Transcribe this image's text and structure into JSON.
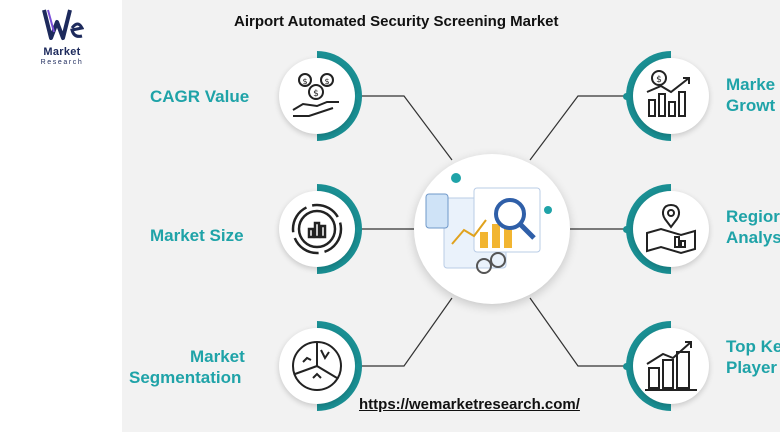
{
  "brand": {
    "logo_text": "We",
    "name": "Market",
    "tagline": "Research"
  },
  "title": "Airport Automated Security Screening Market",
  "url": "https://wemarketresearch.com/",
  "nodes": {
    "cagr": {
      "label": "CAGR Value",
      "icon": "hand-money-icon"
    },
    "size": {
      "label": "Market Size",
      "icon": "donut-chart-icon"
    },
    "segmentation": {
      "label_line1": "Market",
      "label_line2": "Segmentation",
      "icon": "segment-pie-icon"
    },
    "growth": {
      "label_line1": "Marke",
      "label_line2": "Growt",
      "icon": "bar-growth-icon"
    },
    "region": {
      "label_line1": "Regior",
      "label_line2": "Analys",
      "icon": "map-pin-icon"
    },
    "players": {
      "label_line1": "Top Ke",
      "label_line2": "Player",
      "icon": "city-bar-icon"
    }
  },
  "colors": {
    "accent": "#1fa3a8",
    "dark_accent": "#1a8f93",
    "text": "#111111",
    "panel": "#f2f2f2"
  }
}
